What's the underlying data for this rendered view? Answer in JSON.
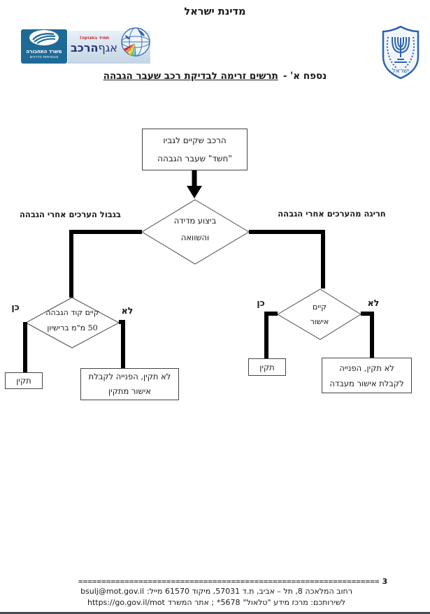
{
  "header": {
    "state_title": "מדינת ישראל",
    "appendix_prefix": "נספח א' -",
    "appendix_title": "תרשים זרימה לבדיקת רכב שעבר הגבהה"
  },
  "logos": {
    "ministry": {
      "line1": "משרד התחבורה",
      "line2": "והבטיחות בדרכים"
    },
    "vehicle_division": {
      "slogan": "תמיד בתנועה!",
      "name_regular": "אגף",
      "name_bold": "הרכב"
    },
    "emblem": {
      "country": "ישראל"
    }
  },
  "flowchart": {
    "start_box": {
      "line1": "הרכב שקיים לגביו",
      "line2": "\"חשד\" שעבר הגבהה"
    },
    "measure_diamond": {
      "line1": "ביצוע מדידה",
      "line2": "והשוואה"
    },
    "left_branch_label": "בגבול הערכים אחרי הגבהה",
    "right_branch_label": "חריגה מהערכים אחרי הגבהה",
    "license_code_diamond": {
      "line1": "קיים קוד הגבהה",
      "line2": "50 מ\"מ ברישיון",
      "yes_label": "כן",
      "no_label": "לא"
    },
    "approval_diamond": {
      "line1": "קיים",
      "line2": "אישור",
      "yes_label": "כן",
      "no_label": "לא"
    },
    "left_ok_box": "תקין",
    "left_fail_box": {
      "line1": "לא תקין, הפנייה לקבלת",
      "line2": "אישור מתקין"
    },
    "right_ok_box": "תקין",
    "right_fail_box": {
      "line1": "לא תקין, הפנייה",
      "line2": "לקבלת אישור מעבדה"
    }
  },
  "footer": {
    "separator": "=================================================================",
    "page_number": "3",
    "address": "רחוב המלאכה 8, תל – אביב, ת.ד 57031, מיקוד 61570 מייל:",
    "email": "bsulj@mot.gov.il",
    "services": "לשירותכם: מרכז מידע \"טלאול\"",
    "phone": "*5678",
    "site_label": "; אתר המשרד",
    "site_url": "https://go.gov.il/mot"
  },
  "colors": {
    "ministry_logo_bg": "#1e6a96",
    "division_text_blue": "#23337a",
    "slogan_red": "#c8232c",
    "emblem_blue": "#2b62ad",
    "connector_black": "#000000"
  }
}
